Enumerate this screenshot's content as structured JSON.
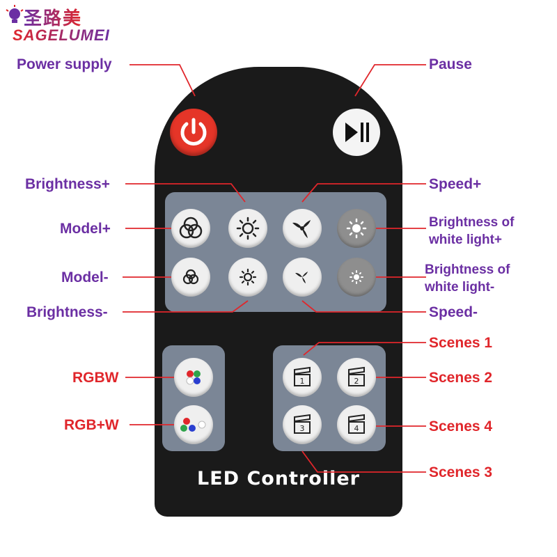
{
  "logo": {
    "chinese": "圣路美",
    "english": "SAGELUMEI"
  },
  "brand_text": "LED Controller",
  "labels": {
    "power_supply": "Power supply",
    "pause": "Pause",
    "brightness_plus": "Brightness+",
    "speed_plus": "Speed+",
    "model_plus": "Model+",
    "white_plus_line1": "Brightness of",
    "white_plus_line2": "white light+",
    "model_minus": "Model-",
    "white_minus_line1": "Brightness of",
    "white_minus_line2": "white light-",
    "brightness_minus": "Brightness-",
    "speed_minus": "Speed-",
    "scenes_1": "Scenes 1",
    "scenes_2": "Scenes 2",
    "scenes_3": "Scenes 3",
    "scenes_4": "Scenes 4",
    "rgbw": "RGBW",
    "rgb_w": "RGB+W"
  },
  "scene_numbers": {
    "s1": "1",
    "s2": "2",
    "s3": "3",
    "s4": "4"
  },
  "colors": {
    "label_purple": "#6b2fa3",
    "label_red": "#e0262b",
    "leader_line": "#e0262b",
    "power_button": "#e53528",
    "remote_body": "#1a1a1a",
    "panel": "#7b8696"
  },
  "icons": {
    "power": "power-icon",
    "pause": "play-pause-icon",
    "model": "three-circles-icon",
    "brightness": "sun-outline-icon",
    "speed": "fan-blades-icon",
    "white": "sun-filled-icon",
    "scene": "clapperboard-icon",
    "rgb": "rgb-dots-icon"
  }
}
